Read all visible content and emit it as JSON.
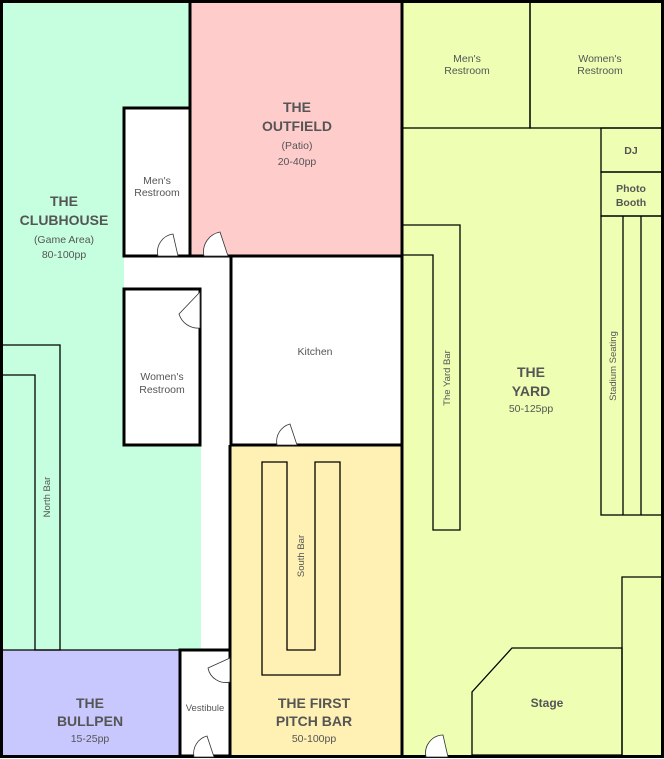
{
  "colors": {
    "clubhouse": "#c6ffe0",
    "outfield": "#ffcccc",
    "yard": "#eeffb3",
    "bullpen": "#c8c8ff",
    "first_pitch": "#fff0b3"
  },
  "rooms": {
    "clubhouse": {
      "line1": "THE",
      "line2": "CLUBHOUSE",
      "sub": "(Game Area)",
      "capacity": "80-100pp"
    },
    "outfield": {
      "line1": "THE",
      "line2": "OUTFIELD",
      "sub": "(Patio)",
      "capacity": "20-40pp"
    },
    "yard": {
      "line1": "THE",
      "line2": "YARD",
      "capacity": "50-125pp"
    },
    "bullpen": {
      "line1": "THE",
      "line2": "BULLPEN",
      "capacity": "15-25pp"
    },
    "first_pitch": {
      "line1": "THE FIRST",
      "line2": "PITCH BAR",
      "capacity": "50-100pp"
    },
    "mens_restroom_left": {
      "line1": "Men's",
      "line2": "Restroom"
    },
    "womens_restroom_left": {
      "line1": "Women's",
      "line2": "Restroom"
    },
    "kitchen": "Kitchen",
    "vestibule": "Vestibule",
    "mens_restroom_yard": {
      "line1": "Men's",
      "line2": "Restroom"
    },
    "womens_restroom_yard": {
      "line1": "Women's",
      "line2": "Restroom"
    },
    "dj": "DJ",
    "photo_booth": {
      "line1": "Photo",
      "line2": "Booth"
    },
    "stadium_seating": "Stadium Seating",
    "yard_bar": "The Yard Bar",
    "north_bar": "North Bar",
    "south_bar": "South Bar",
    "stage": "Stage"
  }
}
